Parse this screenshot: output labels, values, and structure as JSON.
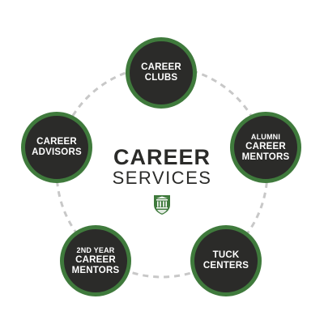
{
  "diagram": {
    "center": {
      "line1": "CAREER",
      "line2": "SERVICES",
      "emblem": "shield-emblem-icon"
    },
    "nodes": [
      {
        "id": "clubs",
        "lines": [
          "CAREER",
          "CLUBS"
        ]
      },
      {
        "id": "alumni",
        "lines": [
          "ALUMNI",
          "CAREER",
          "MENTORS"
        ]
      },
      {
        "id": "tuck",
        "lines": [
          "TUCK",
          "CENTERS"
        ]
      },
      {
        "id": "second",
        "lines": [
          "2ND YEAR",
          "CAREER",
          "MENTORS"
        ]
      },
      {
        "id": "advisor",
        "lines": [
          "CAREER",
          "ADVISORS"
        ]
      }
    ],
    "colors": {
      "node_fill": "#2b2b29",
      "node_border": "#3f7a3c",
      "ring": "#c8c8c8",
      "center_text": "#2b2b29",
      "emblem": "#3f7a3c"
    }
  }
}
